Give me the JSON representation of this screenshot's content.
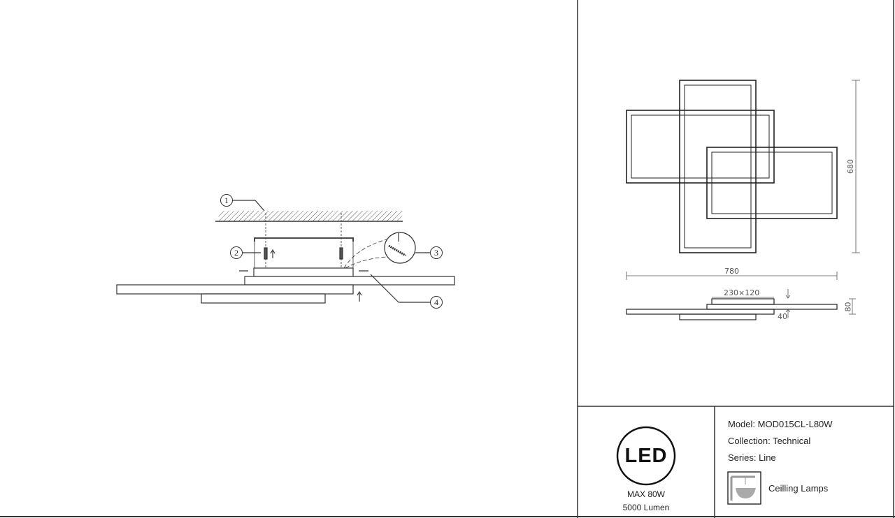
{
  "installation": {
    "callouts": [
      "1",
      "2",
      "3",
      "4"
    ]
  },
  "dimensions": {
    "height": "680",
    "width": "780",
    "mount": "230×120",
    "depth_small": "40",
    "depth_total": "80"
  },
  "badge": {
    "logo": "LED",
    "power": "MAX 80W",
    "lumen": "5000 Lumen"
  },
  "specs": {
    "model": "Model: MOD015CL-L80W",
    "collection": "Collection: Technical",
    "series": "Series: Line",
    "category": "Ceilling Lamps",
    "category_icon": "ceiling-lamp-icon"
  }
}
